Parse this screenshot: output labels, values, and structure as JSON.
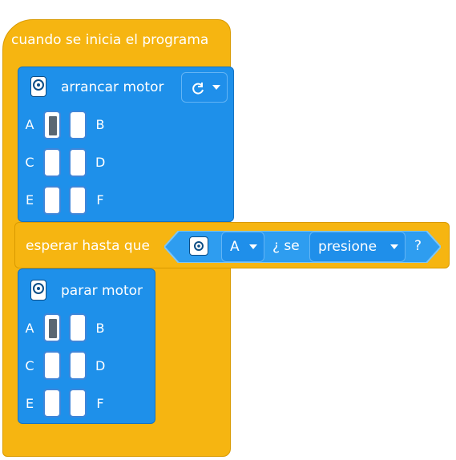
{
  "program": {
    "start_label": "cuando se inicia el programa"
  },
  "start_motor": {
    "label": "arrancar motor",
    "direction_icon": "rotate-clockwise-icon",
    "ports": {
      "left": [
        "A",
        "C",
        "E"
      ],
      "right": [
        "B",
        "D",
        "F"
      ],
      "selected": [
        "A"
      ]
    }
  },
  "wait_until": {
    "label": "esperar hasta que",
    "sensor_port": "A",
    "question_prefix": "¿ se",
    "action": "presione",
    "question_suffix": "?"
  },
  "stop_motor": {
    "label": "parar motor",
    "ports": {
      "left": [
        "A",
        "C",
        "E"
      ],
      "right": [
        "B",
        "D",
        "F"
      ],
      "selected": [
        "A"
      ]
    }
  },
  "colors": {
    "event_yellow": "#f6b511",
    "motor_blue": "#1e90ea",
    "sensor_blue": "#2e9df0"
  }
}
